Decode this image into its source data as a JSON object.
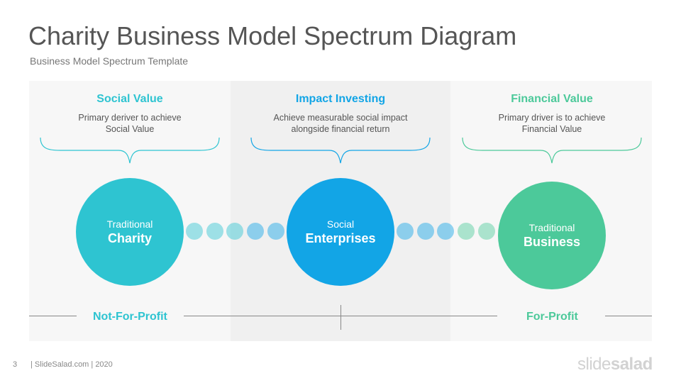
{
  "title": "Charity Business Model Spectrum Diagram",
  "subtitle": "Business Model Spectrum Template",
  "columns": [
    {
      "heading": "Social Value",
      "desc_line1": "Primary deriver to achieve",
      "desc_line2": "Social Value",
      "color": "#2ec4d1"
    },
    {
      "heading": "Impact Investing",
      "desc_line1": "Achieve measurable  social impact",
      "desc_line2": "alongside  financial  return",
      "color": "#12a5e6"
    },
    {
      "heading": "Financial Value",
      "desc_line1": "Primary  driver is to achieve",
      "desc_line2": "Financial  Value",
      "color": "#4cc99a"
    }
  ],
  "circles": [
    {
      "line1": "Traditional",
      "line2": "Charity",
      "color": "#2ec4d1"
    },
    {
      "line1": "Social",
      "line2": "Enterprises",
      "color": "#12a5e6"
    },
    {
      "line1": "Traditional",
      "line2": "Business",
      "color": "#4cc99a"
    }
  ],
  "axis": {
    "left_label": "Not-For-Profit",
    "right_label": "For-Profit"
  },
  "footer": {
    "page_number": "3",
    "text": "| SlideSalad.com | 2020"
  },
  "brand": {
    "part1": "slide",
    "part2": "salad"
  }
}
